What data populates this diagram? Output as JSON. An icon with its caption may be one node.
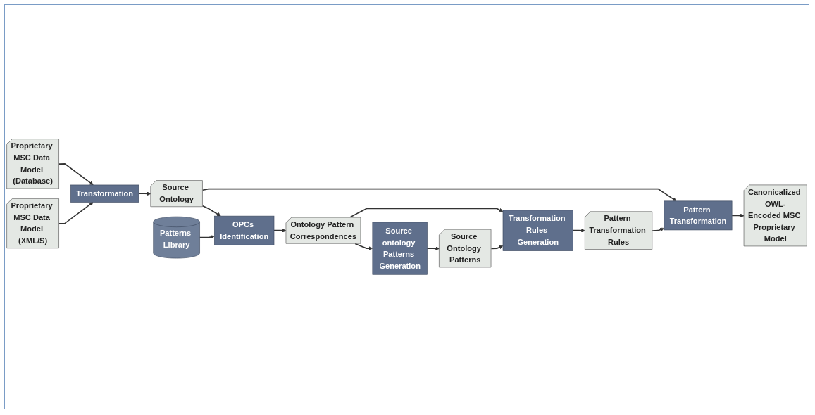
{
  "diagram": {
    "nodes": [
      {
        "text": [
          "Proprietary MSC Data Model (Database)"
        ]
      },
      {
        "text": [
          "Proprietary MSC Data Model (XML/S)"
        ]
      },
      {
        "text": [
          "Transformation"
        ]
      },
      {
        "text": [
          "Source Ontology"
        ]
      },
      {
        "text": [
          "Pattern Transformation"
        ]
      },
      {
        "text": [
          "Canonicalized OWL-Encoded MSC Proprietary Model"
        ]
      },
      {
        "text": [
          "OPCs Identification"
        ]
      },
      {
        "text": [
          "Ontology Pattern Correspondences"
        ]
      },
      {
        "text": [
          "Pattern Transformation Rules"
        ]
      },
      {
        "text": [
          "Patterns Library"
        ]
      },
      {
        "text": [
          "Source ontology Patterns Generation"
        ]
      },
      {
        "text": [
          "Transformation Rules Generation"
        ]
      },
      {
        "text": [
          "Source Ontology Patterns"
        ]
      }
    ],
    "edges": [
      {
        "from": 0,
        "to": 2,
        "arrow": "to"
      },
      {
        "from": 1,
        "to": 2,
        "arrow": "to"
      },
      {
        "from": 2,
        "to": 3,
        "arrow": "to"
      },
      {
        "from": 3,
        "to": 4,
        "arrow": "to"
      },
      {
        "from": 4,
        "to": 5,
        "arrow": "to"
      },
      {
        "from": 3,
        "to": 6,
        "arrow": "to"
      },
      {
        "from": 9,
        "to": 6,
        "arrow": "to"
      },
      {
        "from": 6,
        "to": 7,
        "arrow": "to"
      },
      {
        "from": 7,
        "to": 10,
        "arrow": "to"
      },
      {
        "from": 7,
        "to": 11,
        "arrow": "to"
      },
      {
        "from": 11,
        "to": 8,
        "arrow": "to"
      },
      {
        "from": 8,
        "to": 4,
        "arrow": "to"
      },
      {
        "from": 10,
        "to": 12,
        "arrow": "to"
      },
      {
        "from": 12,
        "to": 11,
        "arrow": "to"
      }
    ]
  }
}
